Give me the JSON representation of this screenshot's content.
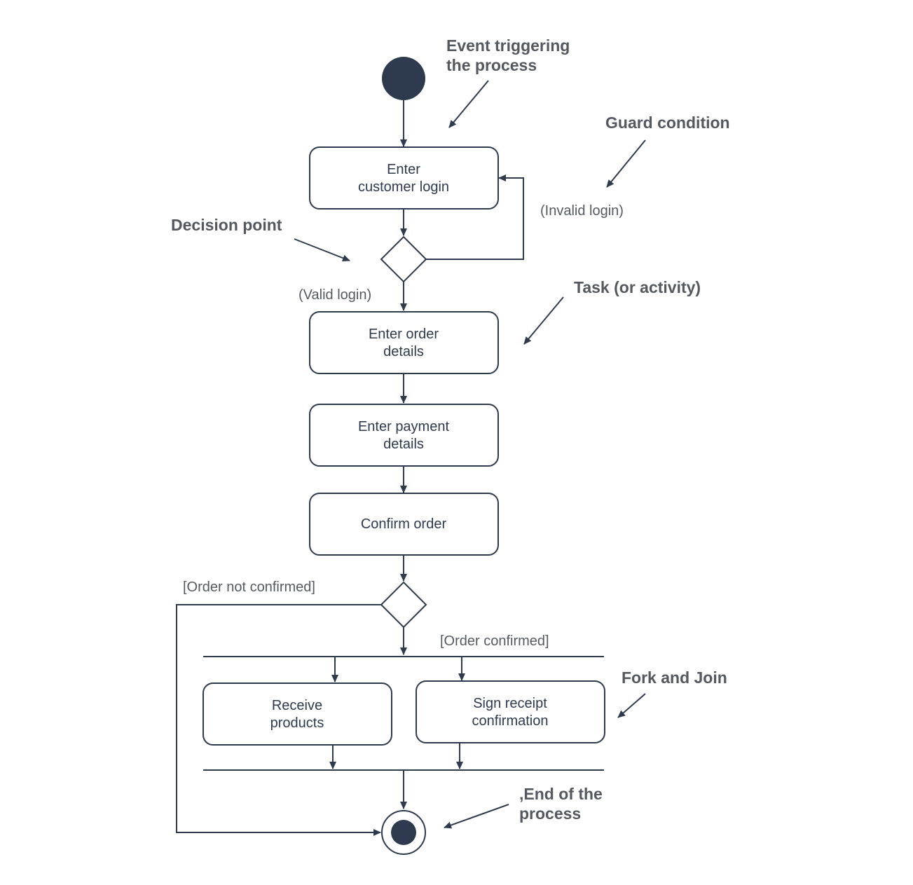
{
  "colors": {
    "stroke": "#2e3a4d",
    "node_fill": "#ffffff",
    "start_fill": "#2e3a4d",
    "callout_text": "#545860",
    "guard_text": "#555a62"
  },
  "nodes": {
    "login": [
      "Enter",
      "customer login"
    ],
    "order_details": [
      "Enter order",
      "details"
    ],
    "payment_details": [
      "Enter payment",
      "details"
    ],
    "confirm_order": [
      "Confirm order"
    ],
    "receive_products": [
      "Receive",
      "products"
    ],
    "sign_receipt": [
      "Sign receipt",
      "confirmation"
    ]
  },
  "guards": {
    "invalid_login": "(Invalid login)",
    "valid_login": "(Valid login)",
    "order_not_confirmed": "[Order not confirmed]",
    "order_confirmed": "[Order confirmed]"
  },
  "callouts": {
    "event": [
      "Event triggering",
      "the process"
    ],
    "guard": [
      "Guard condition"
    ],
    "decision": [
      "Decision point"
    ],
    "task": [
      "Task (or activity)"
    ],
    "fork": [
      "Fork and Join"
    ],
    "end": [
      ",End of the",
      "process"
    ]
  }
}
